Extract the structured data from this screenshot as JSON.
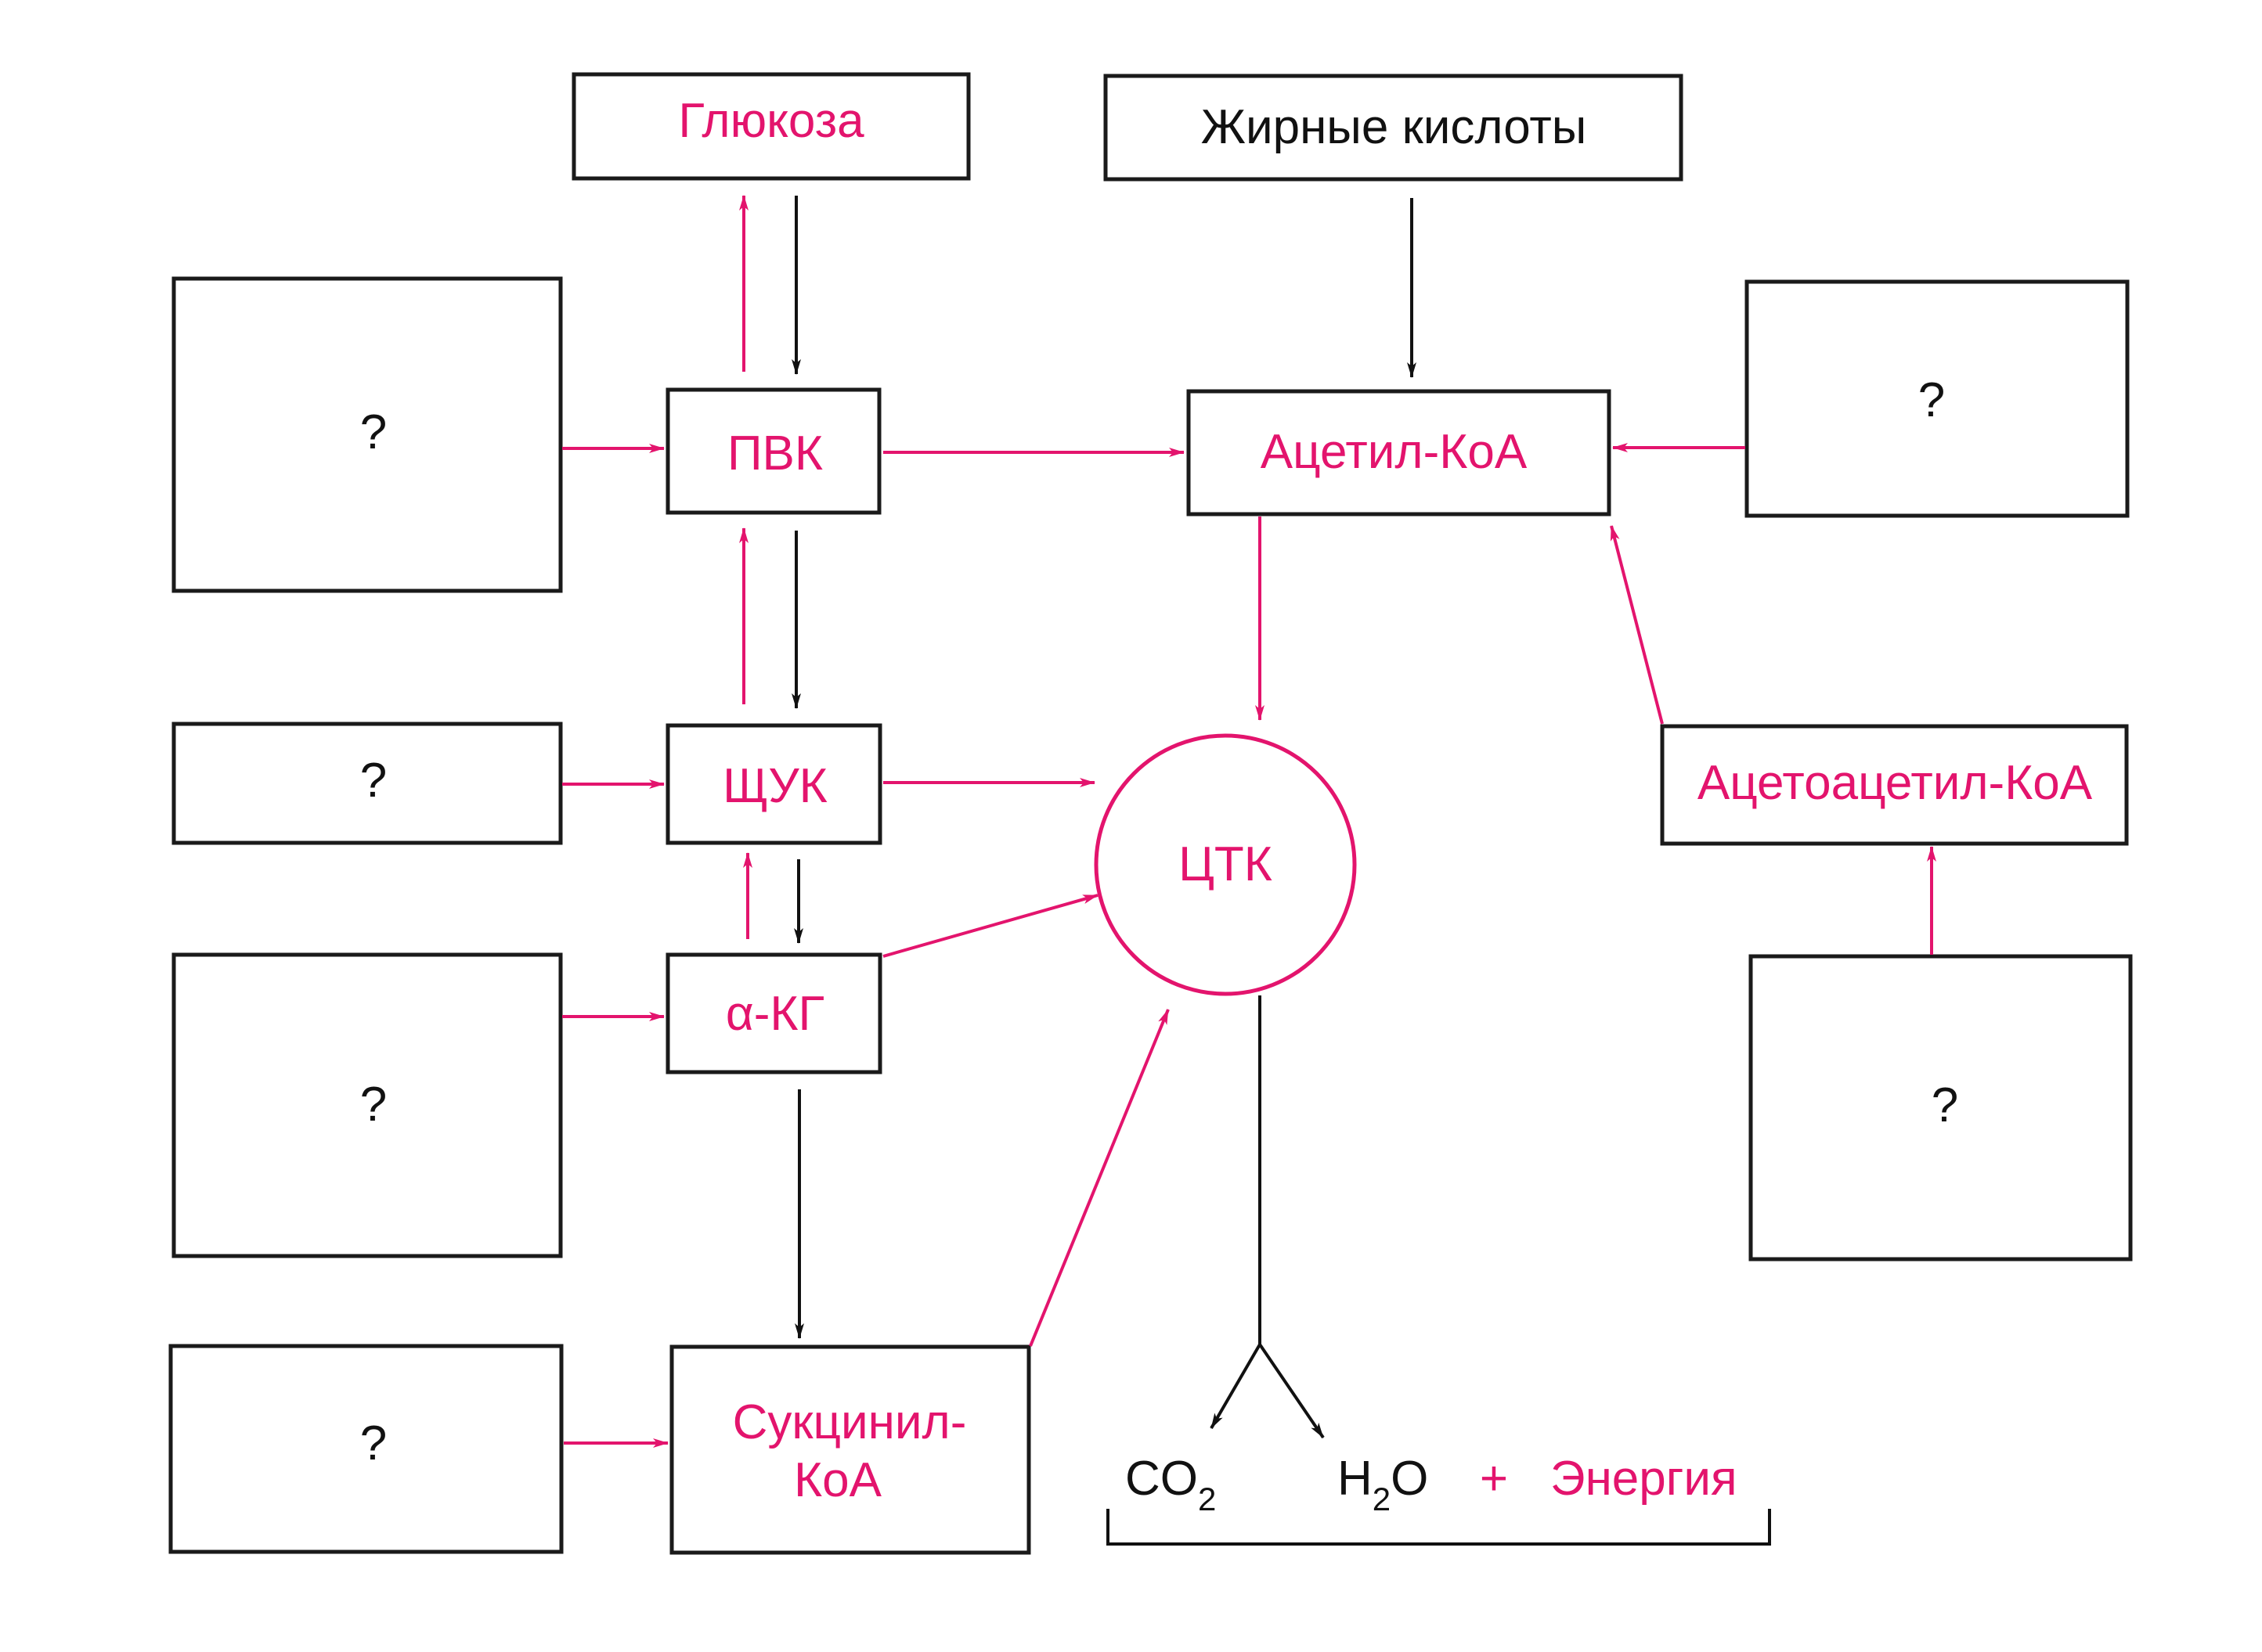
{
  "nodes": {
    "glucose": "Глюкоза",
    "fatty_acids": "Жирные кислоты",
    "pvk": "ПВК",
    "acetyl_coa": "Ацетил-КоА",
    "shchuk": "ЩУК",
    "tca": "ЦТК",
    "acetoacetyl_coa": "Ацетоацетил-КоА",
    "akg": "α-КГ",
    "succinyl_line1": "Сукцинил-",
    "succinyl_line2": "КоА"
  },
  "unknowns": {
    "left_1": "?",
    "left_2": "?",
    "left_3": "?",
    "left_4": "?",
    "right_1": "?",
    "right_2": "?"
  },
  "products": {
    "co2_main": "CO",
    "co2_sub": "2",
    "h2o_h": "H",
    "h2o_sub": "2",
    "h2o_o": "O",
    "plus": "+",
    "energy": "Энергия"
  },
  "colors": {
    "accent": "#e3146d",
    "ink": "#111111"
  }
}
